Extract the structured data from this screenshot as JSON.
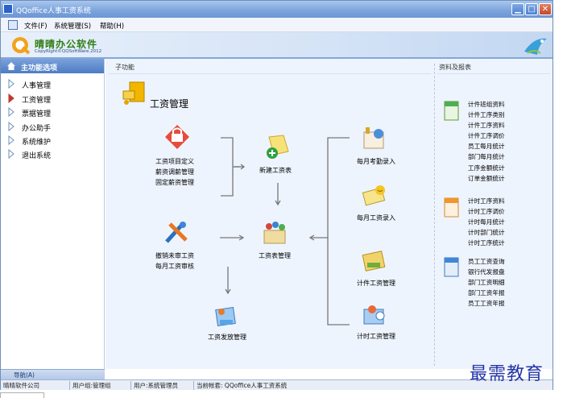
{
  "window": {
    "title": "QQoffice人事工资系统"
  },
  "menu": {
    "items": [
      "文件(F)",
      "系统管理(S)",
      "帮助(H)"
    ]
  },
  "banner": {
    "logo_text": "晴晴办公软件",
    "logo_sub": "CopyRight©QQSoftWare.2012"
  },
  "sidebar": {
    "header": "主功能选项",
    "items": [
      {
        "label": "人事管理",
        "active": false
      },
      {
        "label": "工资管理",
        "active": true
      },
      {
        "label": "票据管理",
        "active": false
      },
      {
        "label": "办公助手",
        "active": false
      },
      {
        "label": "系统维护",
        "active": false
      },
      {
        "label": "退出系统",
        "active": false
      }
    ]
  },
  "main": {
    "section_label": "子功能",
    "heading": "工资管理",
    "functions": {
      "item_define": [
        "工资项目定义",
        "薪资调薪管理",
        "固定薪资管理"
      ],
      "new_salary_table": "新建工资表",
      "import": [
        "撤销未审工资",
        "每月工资审核"
      ],
      "salary_table_manage": "工资表管理",
      "payout_manage": "工资发放管理",
      "attendance_entry": "每月考勤录入",
      "salary_entry": "每月工资录入",
      "piece_wage_manage": "计件工资管理",
      "time_wage_manage": "计时工资管理"
    },
    "reports": {
      "title": "资料及报表",
      "group1": [
        "计件班组资料",
        "计件工序类别",
        "计件工序资料",
        "计件工序调价",
        "员工每月统计",
        "部门每月统计",
        "工序金额统计",
        "订单金额统计"
      ],
      "group2": [
        "计时工序资料",
        "计时工序调价",
        "计时每月统计",
        "计时部门统计",
        "计时工序统计"
      ],
      "group3": [
        "员工工资查询",
        "银行代发报盘",
        "部门工资明细",
        "部门工资年报",
        "员工工资年报"
      ]
    }
  },
  "navtab": {
    "label": "导航(A)"
  },
  "status": {
    "company": "晴晴软件公司",
    "user_group": "用户组:管理组",
    "user": "用户:系统管理员",
    "account": "当前帐套: QQoffice人事工资系统"
  },
  "watermark": "最需教育",
  "colors": {
    "titlebar": "#7ba3dc",
    "nav_header": "#4d7cc5",
    "panel_bg": "#eef4fd",
    "active_marker": "#c0392b"
  }
}
